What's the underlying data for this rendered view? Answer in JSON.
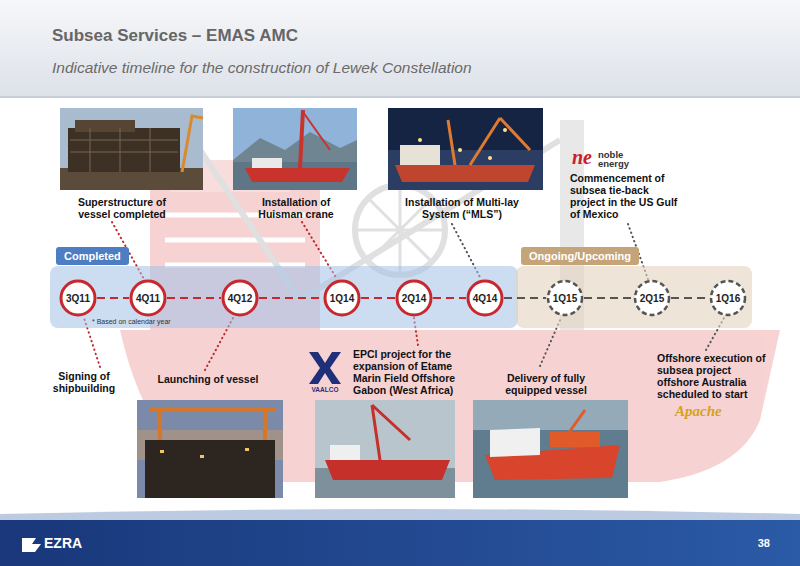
{
  "diagram": {
    "title": "Subsea Services – EMAS AMC",
    "nodes": [
      {
        "text": [
          "Completed"
        ]
      },
      {
        "text": [
          "3Q11"
        ],
        "in": 0
      },
      {
        "text": [
          "4Q11"
        ],
        "in": 0
      },
      {
        "text": [
          "4Q12"
        ],
        "in": 0
      },
      {
        "text": [
          "1Q14"
        ],
        "in": 0
      },
      {
        "text": [
          "2Q14"
        ],
        "in": 0
      },
      {
        "text": [
          "4Q14"
        ],
        "in": 0
      },
      {
        "text": [
          "Ongoing/Upcoming"
        ]
      },
      {
        "text": [
          "1Q15"
        ],
        "in": 7
      },
      {
        "text": [
          "2Q15"
        ],
        "in": 7
      },
      {
        "text": [
          "1Q16"
        ],
        "in": 7
      }
    ],
    "edges": [
      {
        "from": 1,
        "to": 2,
        "arrow": "none"
      },
      {
        "from": 2,
        "to": 3,
        "arrow": "none"
      },
      {
        "from": 3,
        "to": 4,
        "arrow": "none"
      },
      {
        "from": 4,
        "to": 5,
        "arrow": "none"
      },
      {
        "from": 5,
        "to": 6,
        "arrow": "none"
      },
      {
        "from": 6,
        "to": 8,
        "arrow": "none"
      },
      {
        "from": 8,
        "to": 9,
        "arrow": "none"
      },
      {
        "from": 9,
        "to": 10,
        "arrow": "none"
      }
    ],
    "labels": [
      "Indicative timeline for the construction of Lewek Constellation",
      "Superstructure of vessel completed",
      "Installation of Huisman crane",
      "Installation of Multi-lay System (“MLS”)",
      "ne",
      "noble energy",
      "Commencement of subsea tie-back project in the US Gulf of Mexico",
      "* Based on calendar year",
      "Signing of shipbuilding",
      "Launching of vessel",
      "EPCI project for the expansion of Etame Marin Field Offshore Gabon (West Africa)",
      "VAALCO",
      "Delivery of fully equipped vessel",
      "Offshore execution of subsea project offshore Australia scheduled to start",
      "Apache",
      "EZRA",
      "38"
    ]
  }
}
